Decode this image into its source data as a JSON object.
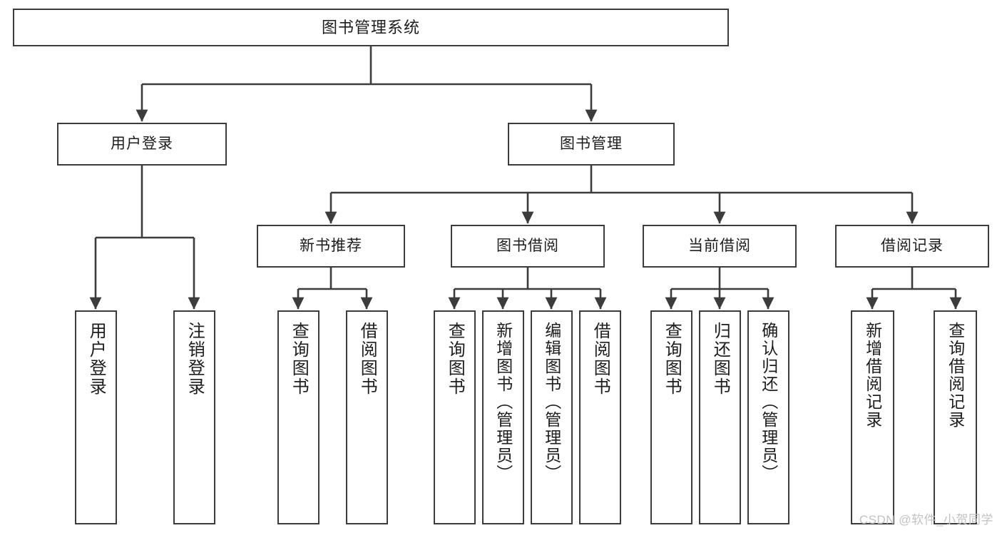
{
  "diagram": {
    "type": "tree",
    "title": "图书管理系统",
    "orientation": "top-down",
    "colors": {
      "box_border": "#3c3c3c",
      "box_fill": "#ffffff",
      "connector": "#3c3c3c",
      "text": "#1d1d1d",
      "watermark": "#c2c2c2",
      "background": "#ffffff"
    }
  },
  "root": {
    "label": "图书管理系统"
  },
  "tier1": [
    {
      "label": "用户登录"
    },
    {
      "label": "图书管理"
    }
  ],
  "tier2": [
    {
      "label": "新书推荐"
    },
    {
      "label": "图书借阅"
    },
    {
      "label": "当前借阅"
    },
    {
      "label": "借阅记录"
    }
  ],
  "leaves": {
    "user_login": [
      {
        "label": "用户登录"
      },
      {
        "label": "注销登录"
      }
    ],
    "new_book_recommend": [
      {
        "label": "查询图书"
      },
      {
        "label": "借阅图书"
      }
    ],
    "book_borrow": [
      {
        "label": "查询图书"
      },
      {
        "label": "新增图书（管理员）"
      },
      {
        "label": "编辑图书（管理员）"
      },
      {
        "label": "借阅图书"
      }
    ],
    "current_borrow": [
      {
        "label": "查询图书"
      },
      {
        "label": "归还图书"
      },
      {
        "label": "确认归还（管理员）"
      }
    ],
    "borrow_record": [
      {
        "label": "新增借阅记录"
      },
      {
        "label": "查询借阅记录"
      }
    ]
  },
  "watermark": {
    "text": "CSDN @软件_小贺同学"
  }
}
